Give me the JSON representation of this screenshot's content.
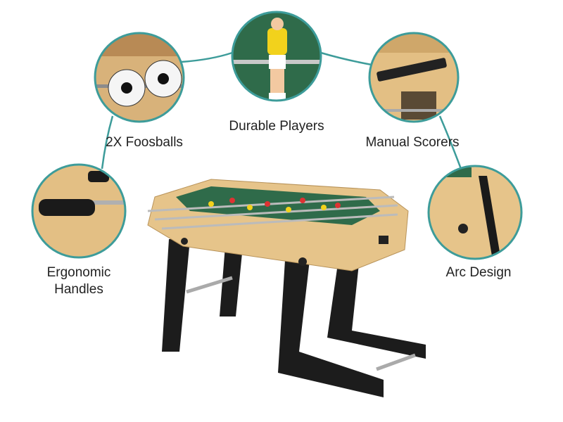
{
  "colors": {
    "accent": "#3d9c9a",
    "wood": "#e6c48a",
    "legs": "#1c1c1c",
    "field": "#2f6b4a"
  },
  "features": [
    {
      "label": "2X Foosballs",
      "icon": "foosballs-closeup"
    },
    {
      "label": "Durable Players",
      "icon": "player-figure-closeup"
    },
    {
      "label": "Manual Scorers",
      "icon": "scorer-closeup"
    },
    {
      "label": "Ergonomic Handles",
      "line1": "Ergonomic",
      "line2": "Handles",
      "icon": "handle-closeup"
    },
    {
      "label": "Arc Design",
      "icon": "arc-corner-closeup"
    }
  ]
}
